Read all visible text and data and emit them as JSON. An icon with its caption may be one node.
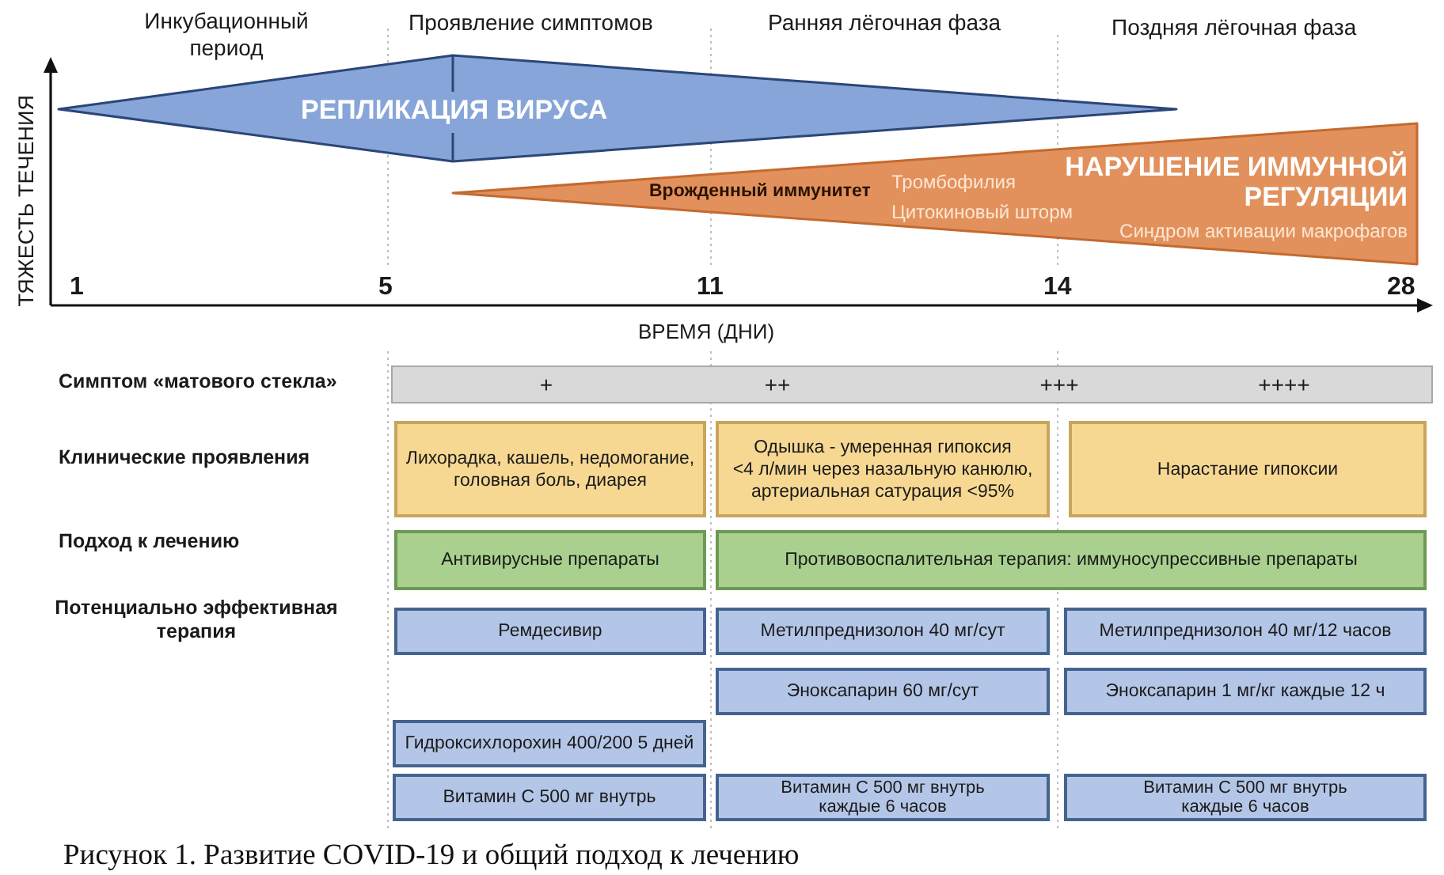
{
  "diagram": {
    "caption": "Рисунок 1. Развитие COVID-19 и общий подход к лечению",
    "nodes": [
      {
        "text": [
          "РЕПЛИКАЦИЯ ВИРУСА"
        ]
      },
      {
        "text": [
          "Врожденный иммунитет",
          "Тромбофилия",
          "Цитокиновый шторм",
          "НАРУШЕНИЕ ИММУННОЙ РЕГУЛЯЦИИ",
          "Синдром активации макрофагов"
        ]
      },
      {
        "text": [
          "+",
          "++",
          "+++",
          "++++"
        ]
      },
      {
        "text": [
          "Лихорадка, кашель, недомогание, головная боль, диарея"
        ]
      },
      {
        "text": [
          "Одышка - умеренная гипоксия <4 л/мин через назальную канюлю, артериальная сатурация <95%"
        ]
      },
      {
        "text": [
          "Нарастание гипоксии"
        ]
      },
      {
        "text": [
          "Антивирусные препараты"
        ]
      },
      {
        "text": [
          "Противовоспалительная терапия: иммуносупрессивные препараты"
        ]
      },
      {
        "text": [
          "Ремдесивир"
        ]
      },
      {
        "text": [
          "Метилпреднизолон 40 мг/сут"
        ]
      },
      {
        "text": [
          "Метилпреднизолон 40 мг/12 часов"
        ]
      },
      {
        "text": [
          "Эноксапарин 60 мг/сут"
        ]
      },
      {
        "text": [
          "Эноксапарин 1 мг/кг каждые 12 ч"
        ]
      },
      {
        "text": [
          "Гидроксихлорохин 400/200 5 дней"
        ]
      },
      {
        "text": [
          "Витамин С 500 мг внутрь"
        ]
      },
      {
        "text": [
          "Витамин С 500 мг внутрь каждые 6 часов"
        ]
      },
      {
        "text": [
          "Витамин С 500 мг внутрь каждые 6 часов"
        ]
      }
    ],
    "labels": [
      "Инкубационный период",
      "Проявление симптомов",
      "Ранняя лёгочная фаза",
      "Поздняя лёгочная фаза",
      "ТЯЖЕСТЬ ТЕЧЕНИЯ",
      "1",
      "5",
      "11",
      "14",
      "28",
      "ВРЕМЯ (ДНИ)",
      "Симптом «матового стекла»",
      "Клинические проявления",
      "Подход к лечению",
      "Потенциально эффективная терапия"
    ]
  }
}
